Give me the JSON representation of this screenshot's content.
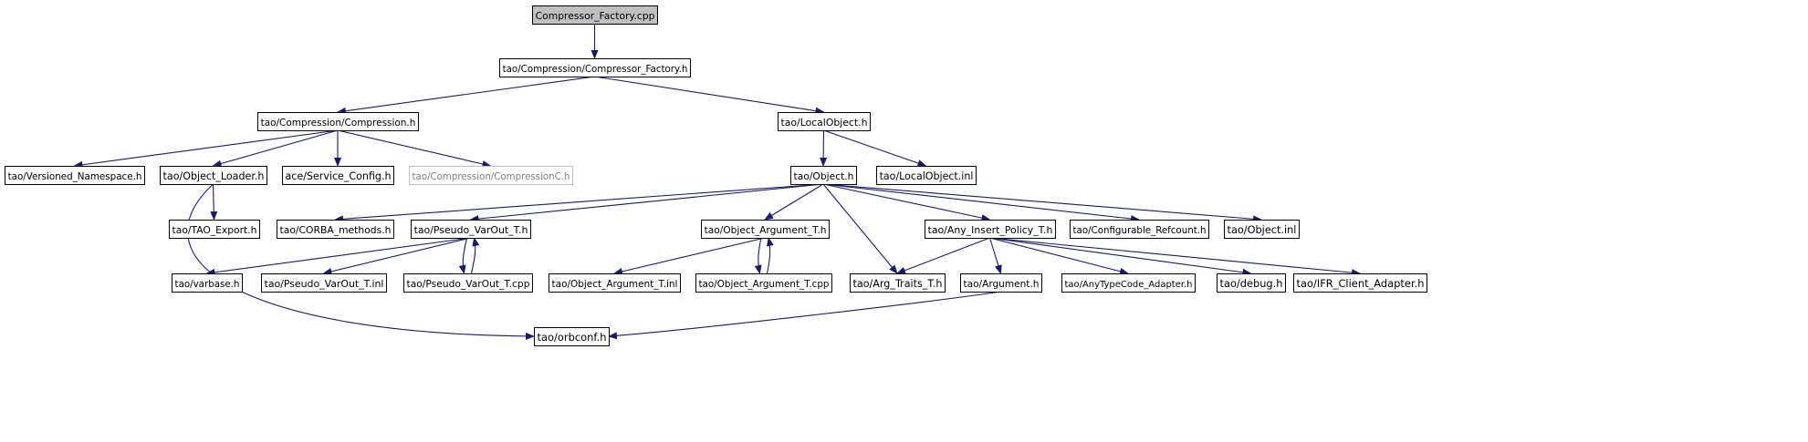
{
  "graph": {
    "nodes": [
      {
        "id": "compressor_factory_cpp",
        "label": "Compressor_Factory.cpp"
      },
      {
        "id": "compressor_factory_h",
        "label": "tao/Compression/Compressor_Factory.h"
      },
      {
        "id": "compression_h",
        "label": "tao/Compression/Compression.h"
      },
      {
        "id": "localobject_h",
        "label": "tao/LocalObject.h"
      },
      {
        "id": "versioned_namespace_h",
        "label": "tao/Versioned_Namespace.h"
      },
      {
        "id": "object_loader_h",
        "label": "tao/Object_Loader.h"
      },
      {
        "id": "service_config_h",
        "label": "ace/Service_Config.h"
      },
      {
        "id": "compressionc_h",
        "label": "tao/Compression/CompressionC.h"
      },
      {
        "id": "object_h",
        "label": "tao/Object.h"
      },
      {
        "id": "localobject_inl",
        "label": "tao/LocalObject.inl"
      },
      {
        "id": "tao_export_h",
        "label": "tao/TAO_Export.h"
      },
      {
        "id": "corba_methods_h",
        "label": "tao/CORBA_methods.h"
      },
      {
        "id": "pseudo_varout_t_h",
        "label": "tao/Pseudo_VarOut_T.h"
      },
      {
        "id": "object_argument_t_h",
        "label": "tao/Object_Argument_T.h"
      },
      {
        "id": "any_insert_policy_t_h",
        "label": "tao/Any_Insert_Policy_T.h"
      },
      {
        "id": "configurable_refcount_h",
        "label": "tao/Configurable_Refcount.h"
      },
      {
        "id": "object_inl",
        "label": "tao/Object.inl"
      },
      {
        "id": "varbase_h",
        "label": "tao/varbase.h"
      },
      {
        "id": "pseudo_varout_t_inl",
        "label": "tao/Pseudo_VarOut_T.inl"
      },
      {
        "id": "pseudo_varout_t_cpp",
        "label": "tao/Pseudo_VarOut_T.cpp"
      },
      {
        "id": "object_argument_t_inl",
        "label": "tao/Object_Argument_T.inl"
      },
      {
        "id": "object_argument_t_cpp",
        "label": "tao/Object_Argument_T.cpp"
      },
      {
        "id": "arg_traits_t_h",
        "label": "tao/Arg_Traits_T.h"
      },
      {
        "id": "argument_h",
        "label": "tao/Argument.h"
      },
      {
        "id": "anytypecode_adapter_h",
        "label": "tao/AnyTypeCode_Adapter.h"
      },
      {
        "id": "debug_h",
        "label": "tao/debug.h"
      },
      {
        "id": "ifr_client_adapter_h",
        "label": "tao/IFR_Client_Adapter.h"
      },
      {
        "id": "orbconf_h",
        "label": "tao/orbconf.h"
      }
    ],
    "edges": [
      {
        "from": "compressor_factory_cpp",
        "to": "compressor_factory_h"
      },
      {
        "from": "compressor_factory_h",
        "to": "compression_h"
      },
      {
        "from": "compressor_factory_h",
        "to": "localobject_h"
      },
      {
        "from": "compression_h",
        "to": "versioned_namespace_h"
      },
      {
        "from": "compression_h",
        "to": "object_loader_h"
      },
      {
        "from": "compression_h",
        "to": "service_config_h"
      },
      {
        "from": "compression_h",
        "to": "compressionc_h"
      },
      {
        "from": "localobject_h",
        "to": "object_h"
      },
      {
        "from": "localobject_h",
        "to": "localobject_inl"
      },
      {
        "from": "object_loader_h",
        "to": "tao_export_h"
      },
      {
        "from": "object_loader_h",
        "to": "orbconf_h"
      },
      {
        "from": "object_h",
        "to": "corba_methods_h"
      },
      {
        "from": "object_h",
        "to": "pseudo_varout_t_h"
      },
      {
        "from": "object_h",
        "to": "object_argument_t_h"
      },
      {
        "from": "object_h",
        "to": "arg_traits_t_h"
      },
      {
        "from": "object_h",
        "to": "any_insert_policy_t_h"
      },
      {
        "from": "object_h",
        "to": "configurable_refcount_h"
      },
      {
        "from": "object_h",
        "to": "object_inl"
      },
      {
        "from": "pseudo_varout_t_h",
        "to": "varbase_h"
      },
      {
        "from": "pseudo_varout_t_h",
        "to": "pseudo_varout_t_inl"
      },
      {
        "from": "pseudo_varout_t_h",
        "to": "pseudo_varout_t_cpp"
      },
      {
        "from": "pseudo_varout_t_cpp",
        "to": "pseudo_varout_t_h"
      },
      {
        "from": "object_argument_t_h",
        "to": "object_argument_t_inl"
      },
      {
        "from": "object_argument_t_h",
        "to": "object_argument_t_cpp"
      },
      {
        "from": "object_argument_t_cpp",
        "to": "object_argument_t_h"
      },
      {
        "from": "any_insert_policy_t_h",
        "to": "arg_traits_t_h"
      },
      {
        "from": "any_insert_policy_t_h",
        "to": "argument_h"
      },
      {
        "from": "any_insert_policy_t_h",
        "to": "anytypecode_adapter_h"
      },
      {
        "from": "any_insert_policy_t_h",
        "to": "debug_h"
      },
      {
        "from": "any_insert_policy_t_h",
        "to": "ifr_client_adapter_h"
      },
      {
        "from": "argument_h",
        "to": "orbconf_h"
      }
    ],
    "root_node": "compressor_factory_cpp",
    "faded_nodes": [
      "compressionc_h"
    ]
  },
  "colors": {
    "edge": "#191970",
    "root_fill": "#bfbfbf",
    "node_border": "#000000",
    "faded_border": "#bfbfbf",
    "faded_text": "#7f7f7f"
  }
}
